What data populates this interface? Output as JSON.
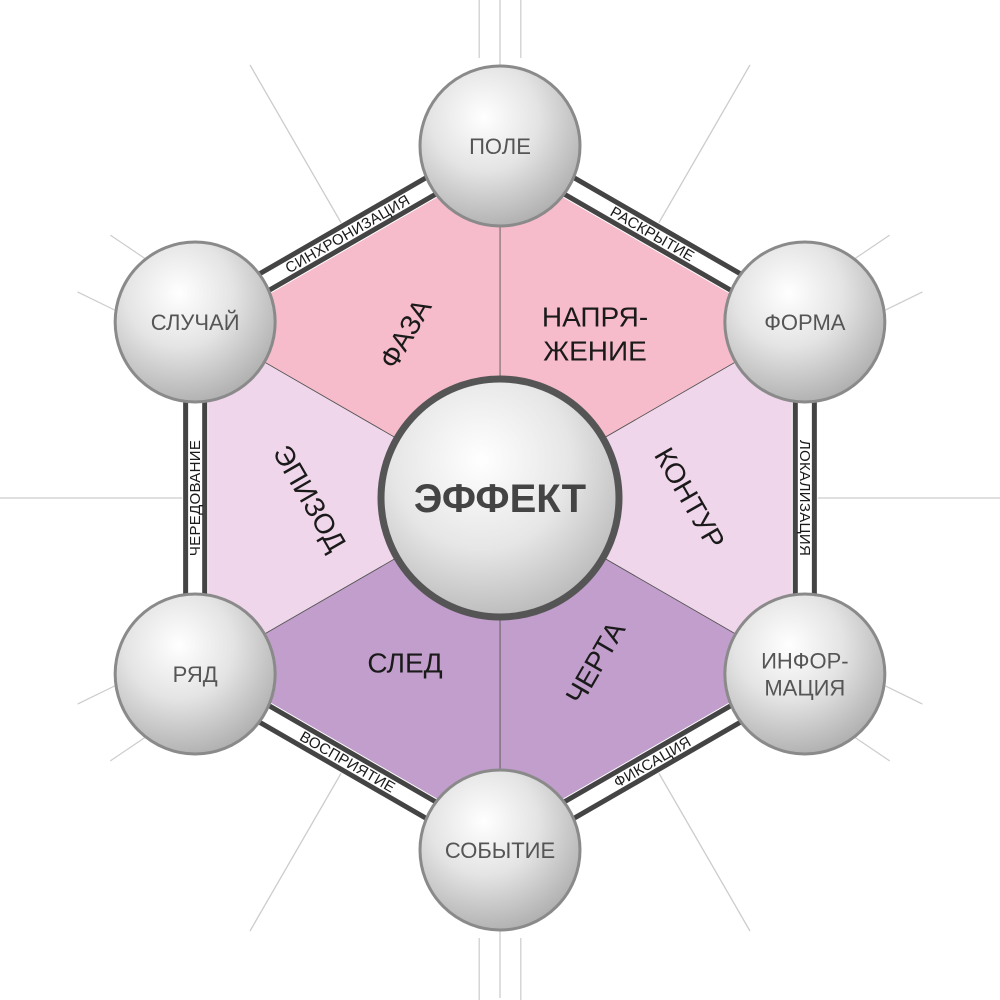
{
  "center": {
    "label": "ЭФФЕКТ"
  },
  "nodes": [
    {
      "id": "pole",
      "lines": [
        "ПОЛЕ"
      ]
    },
    {
      "id": "forma",
      "lines": [
        "ФОРМА"
      ]
    },
    {
      "id": "informatsiya",
      "lines": [
        "ИНФОР-",
        "МАЦИЯ"
      ]
    },
    {
      "id": "sobytie",
      "lines": [
        "СОБЫТИЕ"
      ]
    },
    {
      "id": "ryad",
      "lines": [
        "РЯД"
      ]
    },
    {
      "id": "sluchai",
      "lines": [
        "СЛУЧАЙ"
      ]
    }
  ],
  "sectors": [
    {
      "id": "napryazhenie",
      "lines": [
        "НАПРЯ-",
        "ЖЕНИЕ"
      ],
      "color": "#F6BCCB"
    },
    {
      "id": "kontur",
      "lines": [
        "КОНТУР"
      ],
      "color": "#F0D6EA"
    },
    {
      "id": "cherta",
      "lines": [
        "ЧЕРТА"
      ],
      "color": "#C19ECB"
    },
    {
      "id": "sled",
      "lines": [
        "СЛЕД"
      ],
      "color": "#C19ECB"
    },
    {
      "id": "epizod",
      "lines": [
        "ЭПИЗОД"
      ],
      "color": "#F0D6EA"
    },
    {
      "id": "faza",
      "lines": [
        "ФАЗА"
      ],
      "color": "#F6BCCB"
    }
  ],
  "edges": [
    {
      "id": "raskrytie",
      "label": "РАСКРЫТИЕ"
    },
    {
      "id": "lokalizatsiya",
      "label": "ЛОКАЛИЗАЦИЯ"
    },
    {
      "id": "fiksatsiya",
      "label": "ФИКСАЦИЯ"
    },
    {
      "id": "vospriyatie",
      "label": "ВОСПРИЯТИЕ"
    },
    {
      "id": "cheredovanie",
      "label": "ЧЕРЕДОВАНИЕ"
    },
    {
      "id": "sinkhronizatsiya",
      "label": "СИНХРОНИЗАЦИЯ"
    }
  ],
  "colors": {
    "frame": "#444444",
    "node_stroke": "#8a8a8a",
    "center_stroke": "#555555",
    "ray": "#cccccc"
  }
}
